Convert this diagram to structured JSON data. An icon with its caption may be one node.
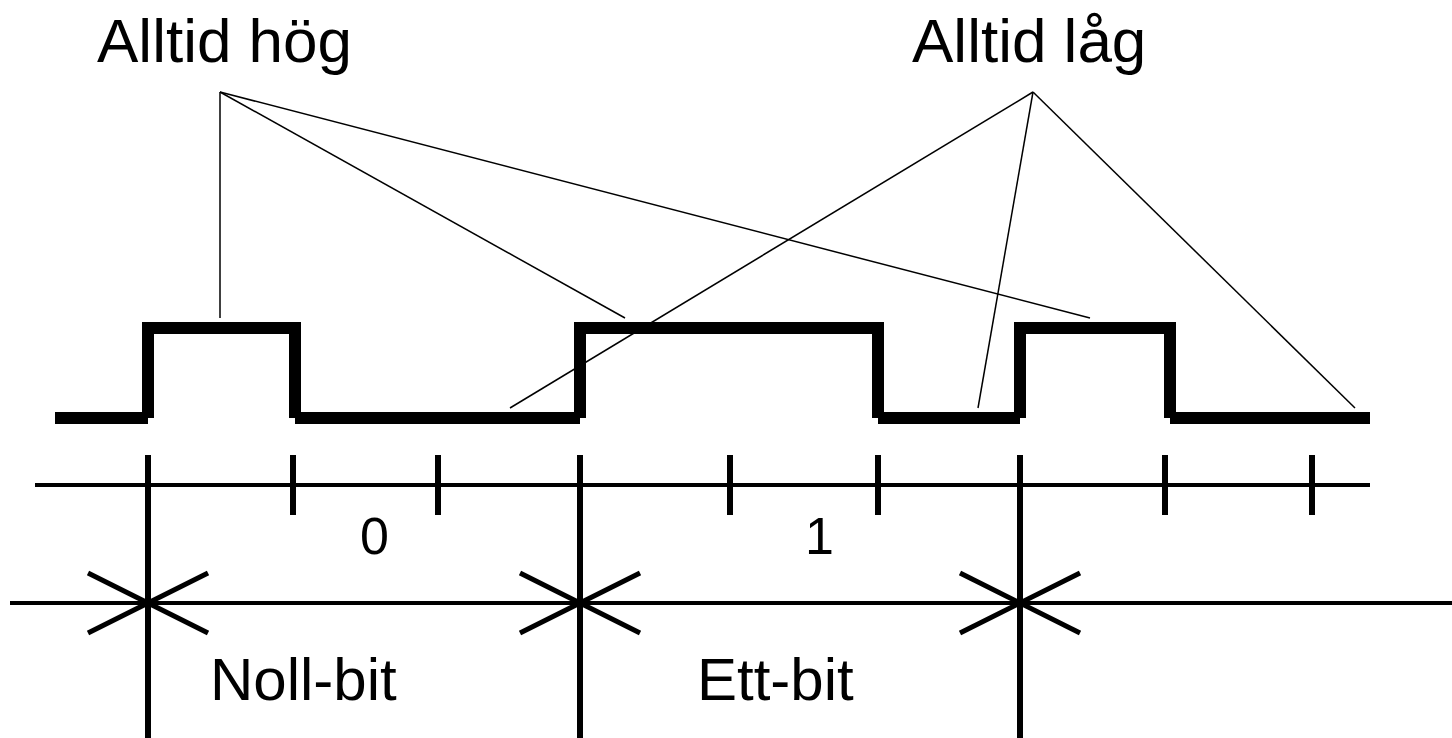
{
  "diagram": {
    "nodes": [
      {
        "text": [
          "Alltid hög"
        ]
      },
      {
        "text": [
          "Alltid låg"
        ]
      },
      {
        "text": [],
        "shape": "line"
      },
      {
        "text": [],
        "shape": "line"
      },
      {
        "text": [],
        "shape": "line"
      },
      {
        "text": [],
        "shape": "line"
      },
      {
        "text": [],
        "shape": "line"
      },
      {
        "text": [],
        "shape": "line"
      }
    ],
    "edges": [
      {
        "from": 0,
        "to": 2,
        "arrow": "none"
      },
      {
        "from": 0,
        "to": 4,
        "arrow": "none"
      },
      {
        "from": 0,
        "to": 6,
        "arrow": "none"
      },
      {
        "from": 1,
        "to": 3,
        "arrow": "none"
      },
      {
        "from": 1,
        "to": 5,
        "arrow": "none"
      },
      {
        "from": 1,
        "to": 7,
        "arrow": "none"
      }
    ],
    "labels": [
      "0",
      "1",
      "Noll-bit",
      "Ett-bit"
    ]
  }
}
